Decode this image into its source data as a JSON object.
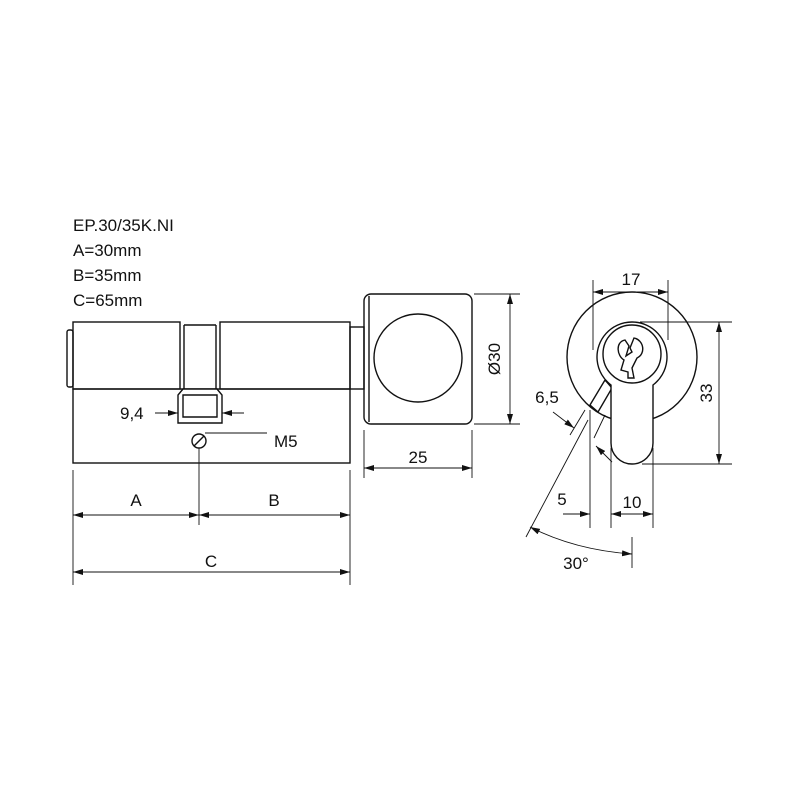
{
  "spec": {
    "model": "EP.30/35K.NI",
    "a": "A=30mm",
    "b": "B=35mm",
    "c": "C=65mm"
  },
  "side_view": {
    "cam_width": "9,4",
    "screw": "M5",
    "dim_a": "A",
    "dim_b": "B",
    "dim_c": "C",
    "knob_length": "25",
    "knob_diameter": "Ø30"
  },
  "front_view": {
    "width": "17",
    "height": "33",
    "bottom_width": "10",
    "offset": "5",
    "cam_thickness": "6,5",
    "angle": "30°"
  }
}
